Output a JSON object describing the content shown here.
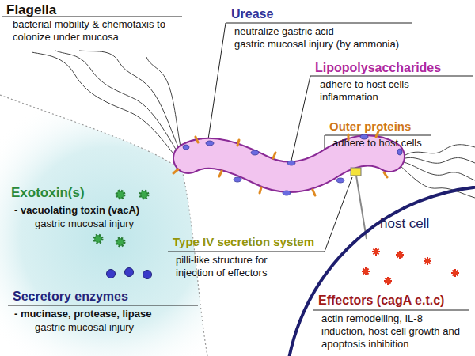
{
  "diagram": {
    "nodes": [
      {
        "text": [
          "host cell",
          "Effectors (cagA e.t.c)",
          "actin remodelling, IL-8 induction, host cell growth and apoptosis inhibition"
        ]
      }
    ],
    "labels": [
      "Flagella",
      "bacterial mobility & chemotaxis to colonize under mucosa",
      "Urease",
      "neutralize gastric acid",
      "gastric mucosal injury (by ammonia)",
      "Lipopolysaccharides",
      "adhere to host cells",
      "inflammation",
      "Outer proteins",
      "adhere to host cells",
      "Exotoxin(s)",
      "- vacuolating toxin (vacA)",
      "gastric mucosal injury",
      "Type IV secretion system",
      "pilli-like structure for injection of effectors",
      "Secretory enzymes",
      "- mucinase, protease, lipase",
      "gastric mucosal injury"
    ]
  }
}
